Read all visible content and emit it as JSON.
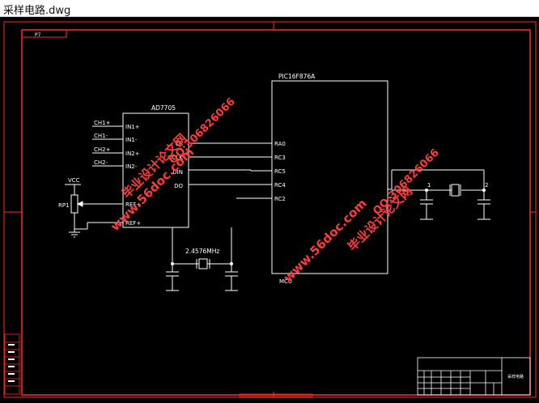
{
  "window": {
    "title": "采样电路.dwg"
  },
  "drawing": {
    "sheet_tag": "P7",
    "adc": {
      "name": "AD7705",
      "ext_labels": [
        "CH1+",
        "CH1-",
        "CH2+",
        "CH2-"
      ],
      "pins_left": [
        "IN1+",
        "IN1-",
        "IN2+",
        "IN2-",
        "REF+",
        "REF+"
      ],
      "pins_right": [
        "CS",
        "SCLK",
        "DIN",
        "DO"
      ]
    },
    "mcu": {
      "name": "PIC16F876A",
      "bottom_label": "MCU",
      "pins": [
        "RA0",
        "RC3",
        "RC5",
        "RC4",
        "RC2"
      ]
    },
    "vcc_label": "VCC",
    "pot_label": "RP1",
    "crystal1_label": "2.4576MHz",
    "crystal2_pins": [
      "1",
      "2"
    ],
    "watermarks": [
      "毕业设计论文网",
      "www.56doc.com",
      "QQ:306826066"
    ],
    "title_block_heading": "采样电路"
  }
}
